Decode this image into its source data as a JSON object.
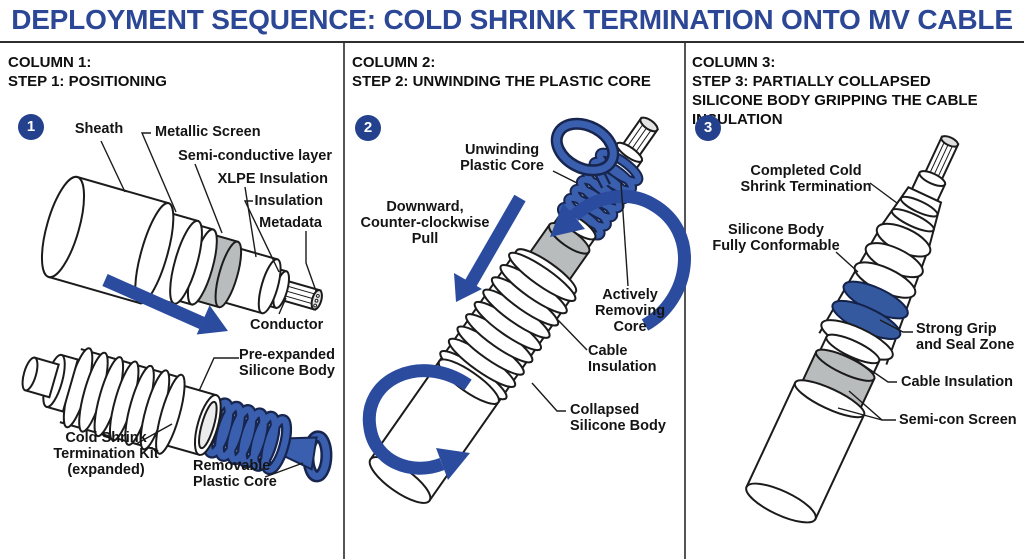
{
  "title": "DEPLOYMENT SEQUENCE: COLD SHRINK TERMINATION ONTO MV CABLE",
  "colors": {
    "title_blue": "#2b4795",
    "arrow_blue": "#2b4c9e",
    "core_blue": "#3a5fae",
    "core_blue_dark": "#17254f",
    "badge_blue": "#24418e",
    "gray_band": "#b9bcbc",
    "outline": "#1b1b1b"
  },
  "columns": [
    {
      "badge": "1",
      "header": "COLUMN 1:\nSTEP 1: POSITIONING",
      "labels": {
        "sheath": "Sheath",
        "metallic_screen": "Metallic Screen",
        "semi_conductive_layer": "Semi-conductive layer",
        "xlpe_insulation": "XLPE Insulation",
        "insulation": "Insulation",
        "metadata": "Metadata",
        "conductor": "Conductor",
        "pre_expanded_silicone_body": "Pre-expanded\nSilicone Body",
        "cold_shrink_termination_kit": "Cold Shrink\nTermination Kit\n(expanded)",
        "removable_plastic_core": "Removable\nPlastic Core"
      }
    },
    {
      "badge": "2",
      "header": "COLUMN 2:\nSTEP 2: UNWINDING THE PLASTIC CORE",
      "labels": {
        "unwinding_plastic_core": "Unwinding\nPlastic Core",
        "downward_pull": "Downward,\nCounter-clockwise\nPull",
        "actively_removing_core": "Actively\nRemoving\nCore",
        "cable_insulation": "Cable\nInsulation",
        "collapsed_silicone_body": "Collapsed\nSilicone Body"
      }
    },
    {
      "badge": "3",
      "header": "COLUMN 3:\nSTEP 3: PARTIALLY COLLAPSED SILICONE BODY GRIPPING THE CABLE INSULATION",
      "labels": {
        "completed_termination": "Completed Cold\nShrink Termination",
        "silicone_body_conformable": "Silicone Body\nFully Conformable",
        "strong_grip_seal_zone": "Strong Grip\nand Seal Zone",
        "cable_insulation": "Cable Insulation",
        "semi_con_screen": "Semi-con Screen"
      }
    }
  ]
}
